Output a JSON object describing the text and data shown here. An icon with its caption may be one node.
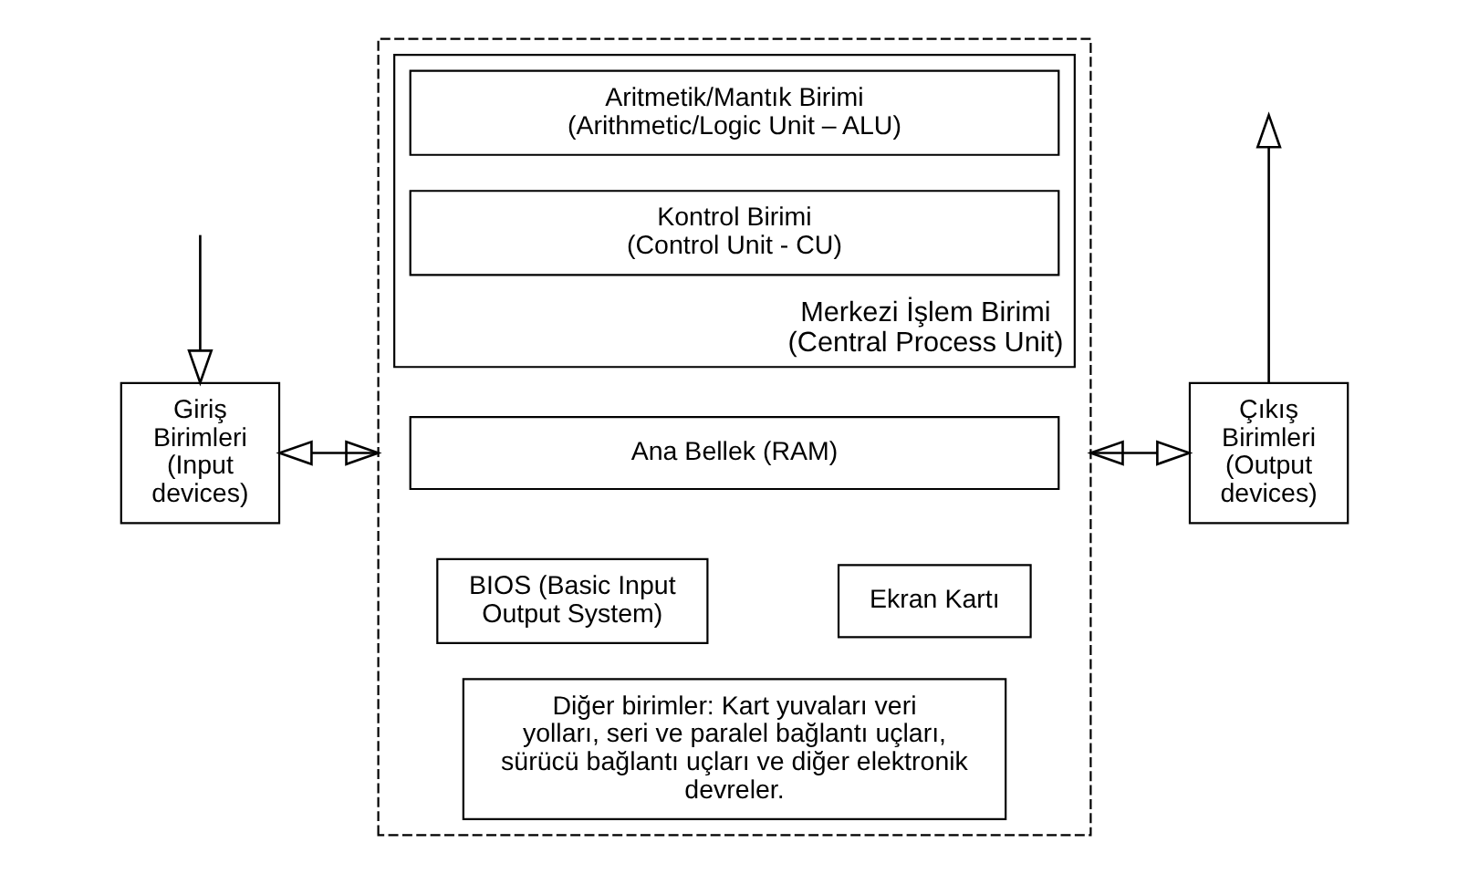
{
  "diagram": {
    "nodes": [
      {
        "text": [
          "Giriş Birimleri",
          "(Input devices)"
        ]
      },
      {
        "text": [],
        "shape": "box"
      },
      {
        "text": [
          "Merkezi İşlem Birimi",
          "(Central Process Unit)"
        ],
        "in": 1
      },
      {
        "text": [
          "Aritmetik/Mantık Birimi",
          "(Arithmetic/Logic Unit – ALU)"
        ],
        "in": 2
      },
      {
        "text": [
          "Kontrol Birimi",
          "(Control Unit - CU)"
        ],
        "in": 2
      },
      {
        "text": [
          "Ana Bellek (RAM)"
        ],
        "in": 1
      },
      {
        "text": [
          "BIOS (Basic Input Output System)"
        ],
        "in": 1
      },
      {
        "text": [
          "Ekran Kartı"
        ],
        "in": 1
      },
      {
        "text": [
          "Diğer birimler: Kart yuvaları veri yolları, seri ve paralel bağlantı uçları, sürücü bağlantı uçları ve diğer elektronik devreler."
        ],
        "in": 1
      },
      {
        "text": [
          "Çıkış Birimleri",
          "(Output devices)"
        ]
      }
    ],
    "edges": [
      {
        "from": null,
        "to": 0,
        "arrow": "to"
      },
      {
        "from": 0,
        "to": 1,
        "arrow": "both"
      },
      {
        "from": 1,
        "to": 9,
        "arrow": "both"
      },
      {
        "from": 9,
        "to": null,
        "arrow": "to"
      }
    ]
  }
}
